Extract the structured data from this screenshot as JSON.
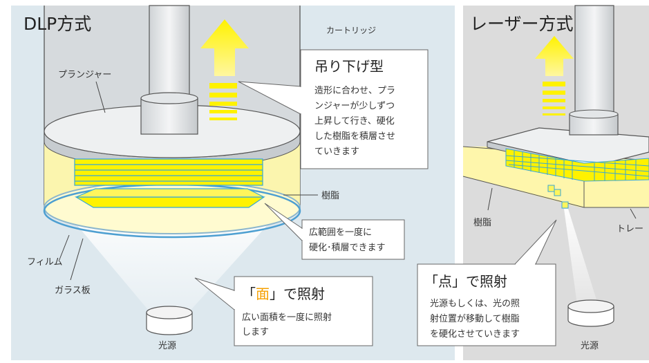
{
  "dlp": {
    "title": "DLP方式",
    "labels": {
      "cartridge": "カートリッジ",
      "plunger": "プランジャー",
      "resin": "樹脂",
      "film": "フィルム",
      "glass": "ガラス板",
      "light_source": "光源"
    },
    "callout_hang": {
      "title": "吊り下げ型",
      "lines": [
        "造形に合わせ、プラ",
        "ンジャーが少しずつ",
        "上昇して行き、硬化",
        "した樹脂を積層させ",
        "ていきます"
      ]
    },
    "callout_wide": {
      "lines": [
        "広範囲を一度に",
        "硬化･積層できます"
      ]
    },
    "callout_surface": {
      "title_prefix": "「",
      "title_highlight": "面",
      "title_suffix": "」で照射",
      "lines": [
        "広い面積を一度に照射",
        "します"
      ]
    }
  },
  "laser": {
    "title": "レーザー方式",
    "labels": {
      "resin": "樹脂",
      "tray": "トレー",
      "light_source": "光源"
    },
    "callout_point": {
      "title": "「点」で照射",
      "lines": [
        "光源もしくは、光の照",
        "射位置が移動して樹脂",
        "を硬化させていきます"
      ]
    }
  },
  "colors": {
    "panel_bg": "#dde8ee",
    "right_bg": "#dcdcdc",
    "yellow": "#fff200",
    "resin_fill": "#fff7a8",
    "highlight_orange": "#f5a000"
  }
}
